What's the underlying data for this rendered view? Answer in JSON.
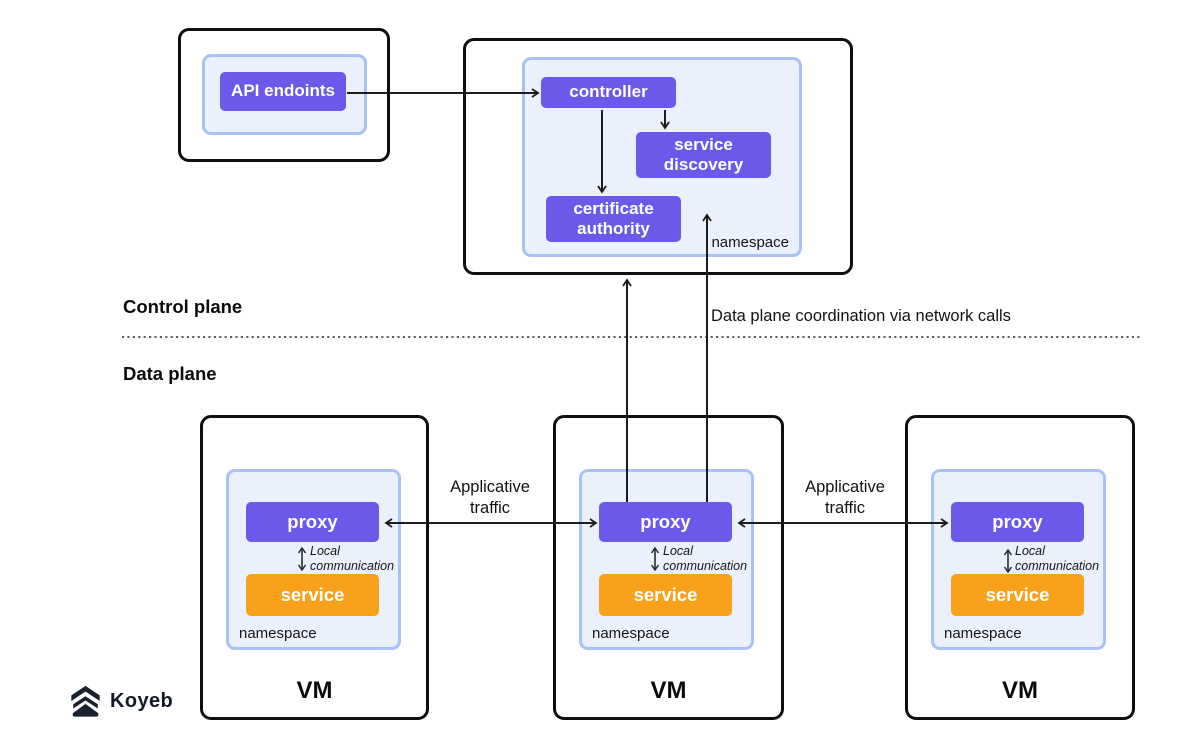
{
  "colors": {
    "node_purple": "#6C59E9",
    "node_orange": "#F9A11B",
    "namespace_border": "#A6C2F6",
    "namespace_fill": "#EBF1FC",
    "box_border": "#0f0f0f",
    "arrow": "#1c1c1c"
  },
  "api_group": {
    "node_label": "API endoints"
  },
  "control_plane": {
    "namespace_label": "namespace",
    "nodes": {
      "controller": "controller",
      "service_discovery": "service discovery",
      "certificate_authority": "certificate authority"
    }
  },
  "planes": {
    "control_label": "Control plane",
    "data_label": "Data plane",
    "coordination_note": "Data plane coordination via network calls"
  },
  "data_plane": {
    "applicative_traffic": "Applicative traffic",
    "local_communication": "Local communication",
    "vms": [
      {
        "proxy": "proxy",
        "service": "service",
        "namespace": "namespace",
        "vm_label": "VM"
      },
      {
        "proxy": "proxy",
        "service": "service",
        "namespace": "namespace",
        "vm_label": "VM"
      },
      {
        "proxy": "proxy",
        "service": "service",
        "namespace": "namespace",
        "vm_label": "VM"
      }
    ]
  },
  "footer": {
    "brand": "Koyeb"
  }
}
